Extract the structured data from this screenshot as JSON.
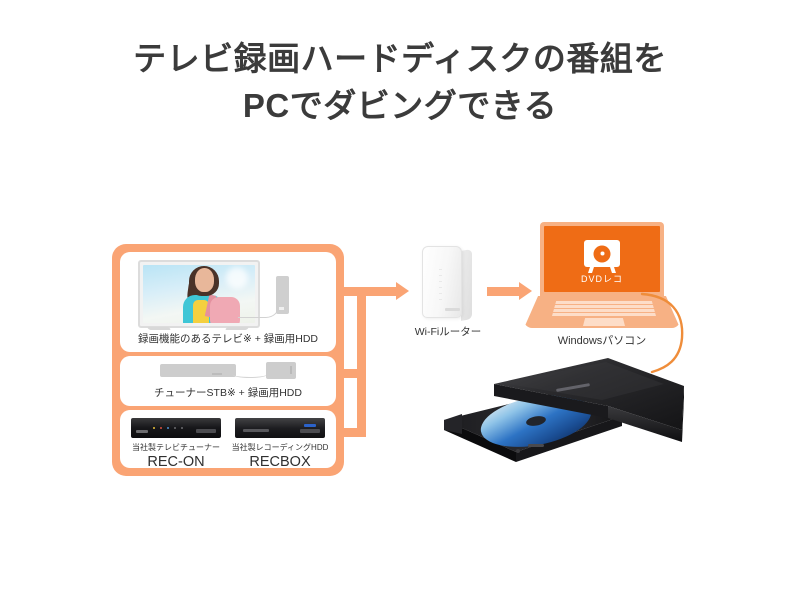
{
  "title": {
    "line1": "テレビ録画ハードディスクの番組を",
    "line2": "PCでダビングできる"
  },
  "colors": {
    "accent_orange": "#faa474",
    "screen_orange": "#ef6c15",
    "title_text": "#3b3b3b"
  },
  "sources": {
    "cards": [
      {
        "id": "tv-hdd",
        "label": "録画機能のあるテレビ※ + 録画用HDD",
        "devices": [
          "tv",
          "recording-hdd"
        ]
      },
      {
        "id": "stb-hdd",
        "label": "チューナーSTB※ + 録画用HDD",
        "devices": [
          "tuner-stb",
          "recording-hdd"
        ]
      },
      {
        "id": "iodata-devices",
        "label": "",
        "products": [
          {
            "caption": "当社製テレビチューナー",
            "name": "REC-ON"
          },
          {
            "caption": "当社製レコーディングHDD",
            "name": "RECBOX"
          }
        ]
      }
    ]
  },
  "router": {
    "label": "Wi-Fiルーター"
  },
  "pc": {
    "label": "Windowsパソコン",
    "app_name": "DVDレコ"
  },
  "drive": {
    "name": "external-dvd-drive"
  },
  "icons": {
    "arrow": "arrow-right-icon",
    "disc": "disc-icon",
    "tv_app": "tv-app-icon"
  }
}
